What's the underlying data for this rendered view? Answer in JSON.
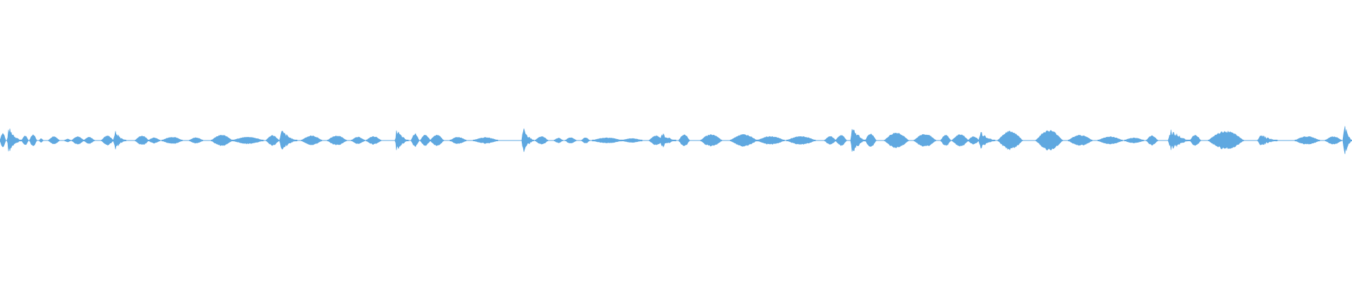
{
  "waveform": {
    "color": "#5fa8e0",
    "background": "#ffffff",
    "segments": [
      {
        "start": 0.0,
        "end": 0.004,
        "amp": 0.055,
        "shape": "bump"
      },
      {
        "start": 0.005,
        "end": 0.016,
        "amp": 0.1,
        "shape": "spike"
      },
      {
        "start": 0.016,
        "end": 0.021,
        "amp": 0.035,
        "shape": "bump"
      },
      {
        "start": 0.022,
        "end": 0.027,
        "amp": 0.045,
        "shape": "bump"
      },
      {
        "start": 0.029,
        "end": 0.032,
        "amp": 0.015,
        "shape": "bump"
      },
      {
        "start": 0.036,
        "end": 0.044,
        "amp": 0.03,
        "shape": "bump"
      },
      {
        "start": 0.048,
        "end": 0.052,
        "amp": 0.012,
        "shape": "bump"
      },
      {
        "start": 0.053,
        "end": 0.062,
        "amp": 0.028,
        "shape": "bump"
      },
      {
        "start": 0.062,
        "end": 0.07,
        "amp": 0.025,
        "shape": "bump"
      },
      {
        "start": 0.075,
        "end": 0.084,
        "amp": 0.035,
        "shape": "bump"
      },
      {
        "start": 0.084,
        "end": 0.093,
        "amp": 0.075,
        "shape": "spike"
      },
      {
        "start": 0.1,
        "end": 0.11,
        "amp": 0.035,
        "shape": "bump"
      },
      {
        "start": 0.11,
        "end": 0.118,
        "amp": 0.022,
        "shape": "bump"
      },
      {
        "start": 0.12,
        "end": 0.135,
        "amp": 0.025,
        "shape": "bump"
      },
      {
        "start": 0.14,
        "end": 0.15,
        "amp": 0.022,
        "shape": "bump"
      },
      {
        "start": 0.156,
        "end": 0.172,
        "amp": 0.04,
        "shape": "bump"
      },
      {
        "start": 0.172,
        "end": 0.195,
        "amp": 0.025,
        "shape": "bump"
      },
      {
        "start": 0.197,
        "end": 0.206,
        "amp": 0.038,
        "shape": "bump"
      },
      {
        "start": 0.207,
        "end": 0.22,
        "amp": 0.08,
        "shape": "spike"
      },
      {
        "start": 0.223,
        "end": 0.238,
        "amp": 0.035,
        "shape": "bump"
      },
      {
        "start": 0.242,
        "end": 0.256,
        "amp": 0.035,
        "shape": "bump"
      },
      {
        "start": 0.26,
        "end": 0.27,
        "amp": 0.025,
        "shape": "bump"
      },
      {
        "start": 0.271,
        "end": 0.282,
        "amp": 0.03,
        "shape": "bump"
      },
      {
        "start": 0.292,
        "end": 0.302,
        "amp": 0.085,
        "shape": "spike"
      },
      {
        "start": 0.304,
        "end": 0.31,
        "amp": 0.05,
        "shape": "bump"
      },
      {
        "start": 0.311,
        "end": 0.318,
        "amp": 0.04,
        "shape": "bump"
      },
      {
        "start": 0.318,
        "end": 0.328,
        "amp": 0.04,
        "shape": "bump"
      },
      {
        "start": 0.333,
        "end": 0.345,
        "amp": 0.025,
        "shape": "bump"
      },
      {
        "start": 0.35,
        "end": 0.368,
        "amp": 0.022,
        "shape": "bump"
      },
      {
        "start": 0.386,
        "end": 0.395,
        "amp": 0.105,
        "shape": "spike"
      },
      {
        "start": 0.396,
        "end": 0.405,
        "amp": 0.03,
        "shape": "bump"
      },
      {
        "start": 0.41,
        "end": 0.416,
        "amp": 0.018,
        "shape": "bump"
      },
      {
        "start": 0.418,
        "end": 0.426,
        "amp": 0.022,
        "shape": "bump"
      },
      {
        "start": 0.43,
        "end": 0.436,
        "amp": 0.022,
        "shape": "bump"
      },
      {
        "start": 0.438,
        "end": 0.46,
        "amp": 0.02,
        "shape": "bump"
      },
      {
        "start": 0.46,
        "end": 0.475,
        "amp": 0.015,
        "shape": "bump"
      },
      {
        "start": 0.48,
        "end": 0.49,
        "amp": 0.035,
        "shape": "bump"
      },
      {
        "start": 0.488,
        "end": 0.5,
        "amp": 0.06,
        "shape": "spike"
      },
      {
        "start": 0.502,
        "end": 0.51,
        "amp": 0.045,
        "shape": "bump"
      },
      {
        "start": 0.518,
        "end": 0.534,
        "amp": 0.045,
        "shape": "bump"
      },
      {
        "start": 0.54,
        "end": 0.56,
        "amp": 0.045,
        "shape": "bump"
      },
      {
        "start": 0.56,
        "end": 0.58,
        "amp": 0.03,
        "shape": "bump"
      },
      {
        "start": 0.582,
        "end": 0.603,
        "amp": 0.03,
        "shape": "bump"
      },
      {
        "start": 0.61,
        "end": 0.618,
        "amp": 0.03,
        "shape": "bump"
      },
      {
        "start": 0.618,
        "end": 0.626,
        "amp": 0.04,
        "shape": "bump"
      },
      {
        "start": 0.629,
        "end": 0.64,
        "amp": 0.12,
        "shape": "spike"
      },
      {
        "start": 0.64,
        "end": 0.648,
        "amp": 0.05,
        "shape": "bump"
      },
      {
        "start": 0.654,
        "end": 0.672,
        "amp": 0.058,
        "shape": "bump"
      },
      {
        "start": 0.676,
        "end": 0.692,
        "amp": 0.048,
        "shape": "bump"
      },
      {
        "start": 0.696,
        "end": 0.703,
        "amp": 0.04,
        "shape": "bump"
      },
      {
        "start": 0.704,
        "end": 0.716,
        "amp": 0.045,
        "shape": "bump"
      },
      {
        "start": 0.716,
        "end": 0.724,
        "amp": 0.03,
        "shape": "bump"
      },
      {
        "start": 0.724,
        "end": 0.736,
        "amp": 0.075,
        "shape": "spike"
      },
      {
        "start": 0.738,
        "end": 0.756,
        "amp": 0.068,
        "shape": "bump"
      },
      {
        "start": 0.766,
        "end": 0.786,
        "amp": 0.075,
        "shape": "bump"
      },
      {
        "start": 0.79,
        "end": 0.808,
        "amp": 0.04,
        "shape": "bump"
      },
      {
        "start": 0.812,
        "end": 0.83,
        "amp": 0.028,
        "shape": "bump"
      },
      {
        "start": 0.832,
        "end": 0.846,
        "amp": 0.02,
        "shape": "bump"
      },
      {
        "start": 0.848,
        "end": 0.856,
        "amp": 0.035,
        "shape": "bump"
      },
      {
        "start": 0.864,
        "end": 0.88,
        "amp": 0.085,
        "shape": "spike"
      },
      {
        "start": 0.88,
        "end": 0.888,
        "amp": 0.04,
        "shape": "bump"
      },
      {
        "start": 0.894,
        "end": 0.92,
        "amp": 0.068,
        "shape": "bump"
      },
      {
        "start": 0.93,
        "end": 0.945,
        "amp": 0.055,
        "shape": "spike"
      },
      {
        "start": 0.958,
        "end": 0.976,
        "amp": 0.03,
        "shape": "bump"
      },
      {
        "start": 0.98,
        "end": 0.992,
        "amp": 0.03,
        "shape": "bump"
      },
      {
        "start": 0.993,
        "end": 1.0,
        "amp": 0.14,
        "shape": "spike"
      }
    ]
  }
}
